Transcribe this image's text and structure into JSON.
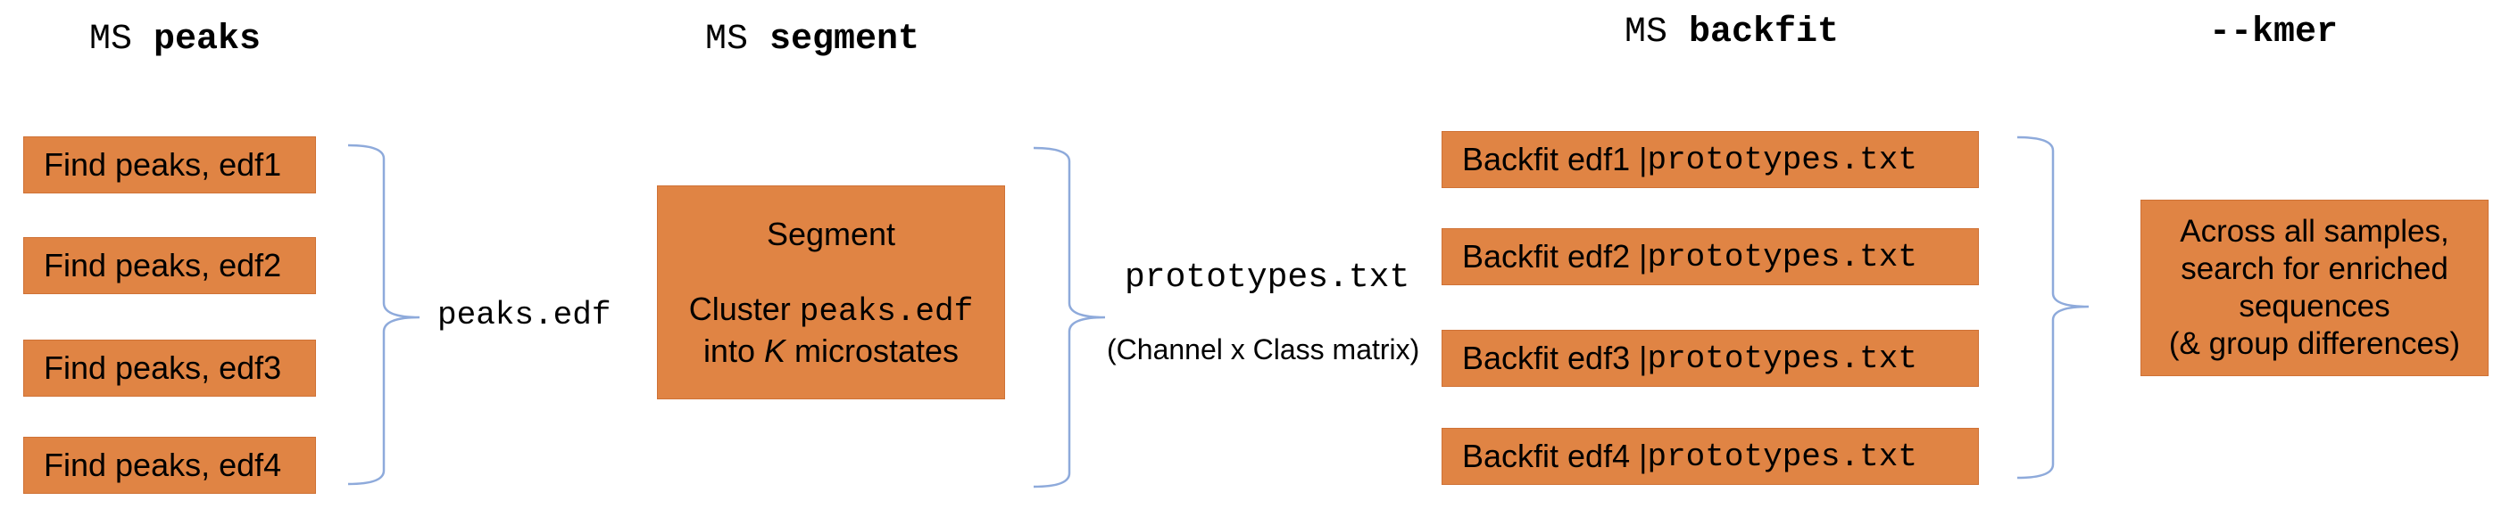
{
  "headers": {
    "peaks": {
      "prefix": "MS",
      "cmd": "peaks"
    },
    "segment": {
      "prefix": "MS",
      "cmd": "segment"
    },
    "backfit": {
      "prefix": "MS",
      "cmd": "backfit"
    },
    "kmer": {
      "prefix": "",
      "cmd": "--kmer"
    }
  },
  "peaks_boxes": [
    "Find peaks, edf1",
    "Find peaks, edf2",
    "Find peaks, edf3",
    "Find peaks, edf4"
  ],
  "peaks_output": "peaks.edf",
  "segment_box": {
    "title": "Segment",
    "line1_prefix": "Cluster ",
    "line1_file": "peaks.edf",
    "line2_prefix": "into ",
    "line2_k": "K",
    "line2_suffix": " microstates"
  },
  "segment_output": {
    "file": "prototypes.txt",
    "note": "(Channel x Class matrix)"
  },
  "backfit_boxes": [
    {
      "label": "Backfit edf1 | ",
      "file": "prototypes.txt"
    },
    {
      "label": "Backfit edf2 | ",
      "file": "prototypes.txt"
    },
    {
      "label": "Backfit edf3 | ",
      "file": "prototypes.txt"
    },
    {
      "label": "Backfit edf4 | ",
      "file": "prototypes.txt"
    }
  ],
  "kmer_box": [
    "Across all samples,",
    "search for enriched",
    "sequences",
    "(& group differences)"
  ],
  "colors": {
    "box_fill": "#e08444",
    "bracket": "#8eaadb"
  }
}
